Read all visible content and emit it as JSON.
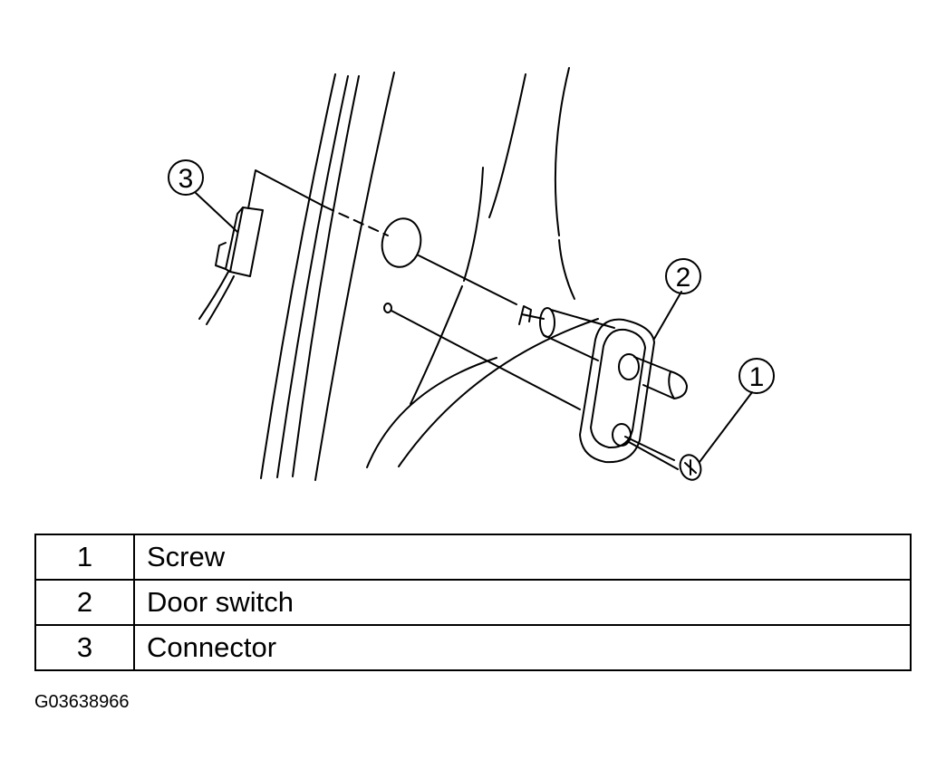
{
  "diagram": {
    "callouts": [
      {
        "number": "1",
        "label": "Screw"
      },
      {
        "number": "2",
        "label": "Door switch"
      },
      {
        "number": "3",
        "label": "Connector"
      }
    ]
  },
  "legend": {
    "rows": [
      {
        "number": "1",
        "description": "Screw"
      },
      {
        "number": "2",
        "description": "Door switch"
      },
      {
        "number": "3",
        "description": "Connector"
      }
    ]
  },
  "figure_id": "G03638966"
}
